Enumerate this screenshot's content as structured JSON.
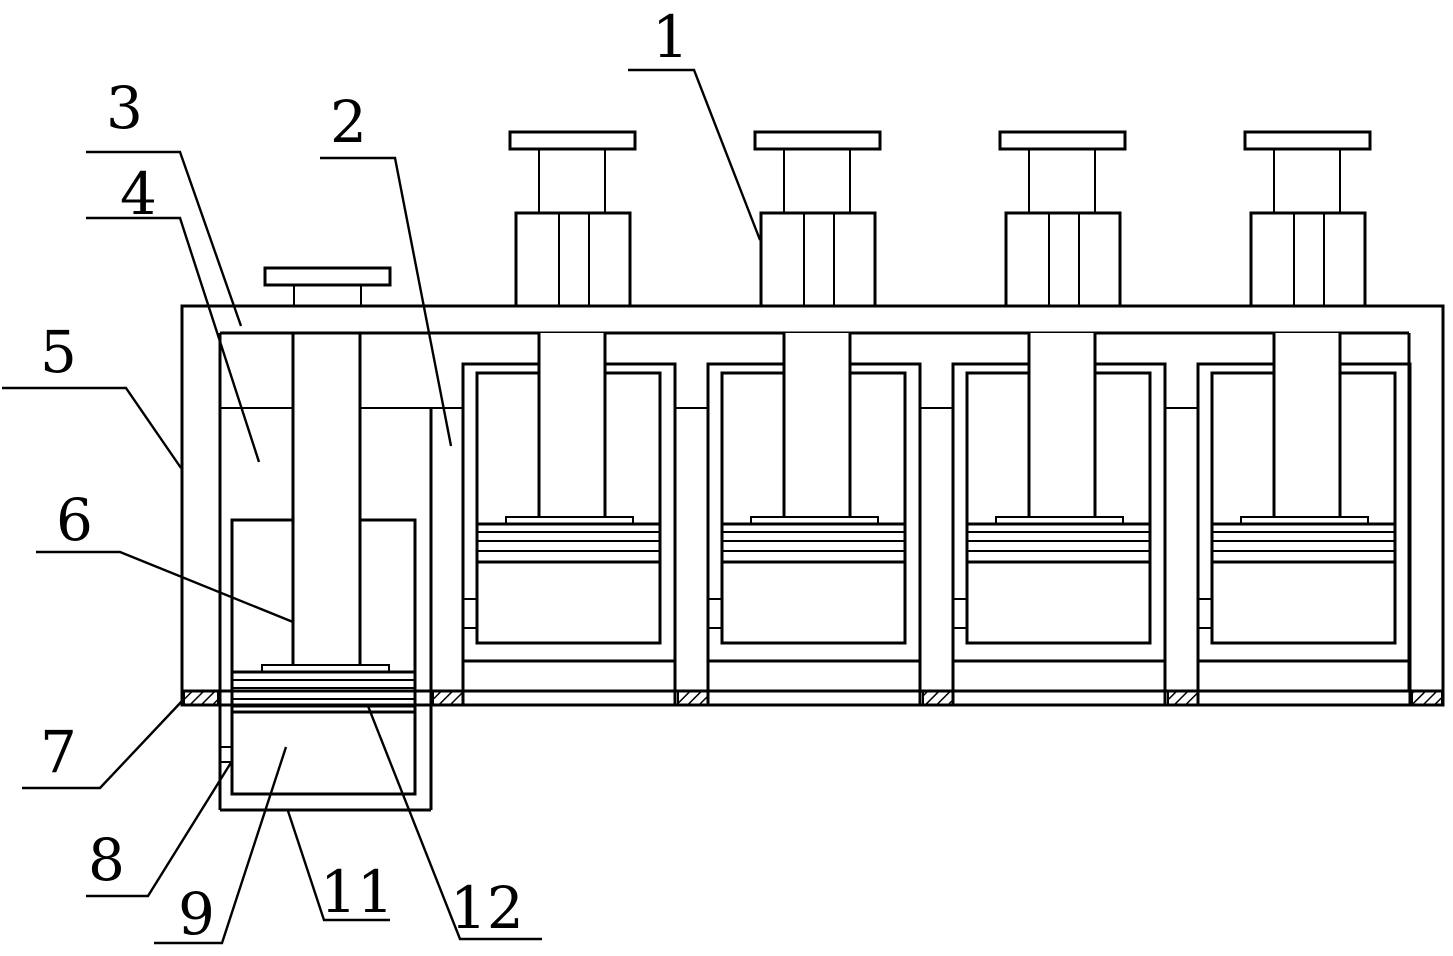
{
  "diagram": {
    "labels": [
      {
        "id": "1",
        "text": "1"
      },
      {
        "id": "2",
        "text": "2"
      },
      {
        "id": "3",
        "text": "3"
      },
      {
        "id": "4",
        "text": "4"
      },
      {
        "id": "5",
        "text": "5"
      },
      {
        "id": "6",
        "text": "6"
      },
      {
        "id": "7",
        "text": "7"
      },
      {
        "id": "8",
        "text": "8"
      },
      {
        "id": "9",
        "text": "9"
      },
      {
        "id": "11",
        "text": "11"
      },
      {
        "id": "12",
        "text": "12"
      }
    ],
    "press_units": 4
  }
}
